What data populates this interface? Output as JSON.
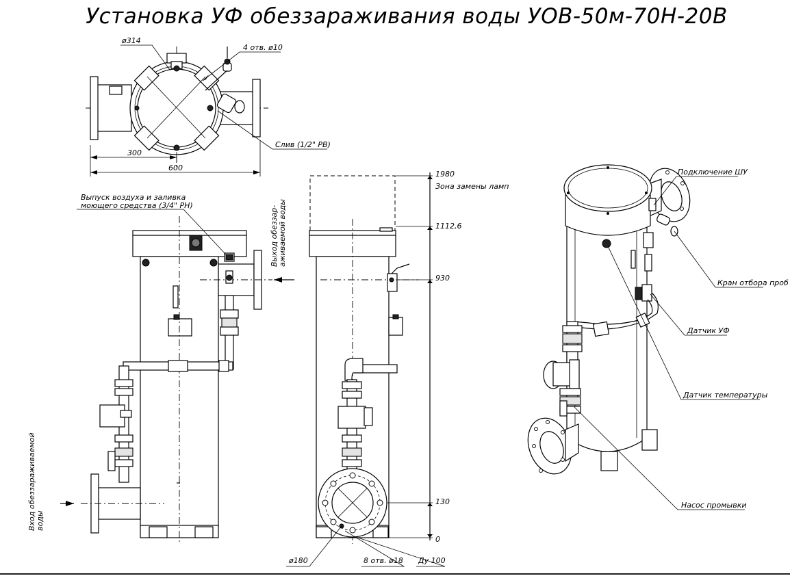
{
  "title": "Установка УФ обеззараживания воды УОВ-50м-70Н-20В",
  "top_view": {
    "dim_diameter": "ø314",
    "dim_holes": "4 отв. ø10",
    "dim_half_width": "300",
    "dim_width": "600",
    "drain": "Слив (1/2\" РВ)"
  },
  "front_view": {
    "air_release": [
      "Выпуск воздуха и заливка",
      "моющего средства (3/4\" РН)"
    ],
    "outlet": [
      "Выход обеззар-",
      "аживаемой воды"
    ],
    "inlet": [
      "Вход обеззараживаемой",
      "воды"
    ]
  },
  "side_view": {
    "levels": {
      "top": "1980",
      "lamp_zone": "Зона замены ламп",
      "cap": "1112,6",
      "outlet": "930",
      "inlet": "130",
      "base": "0"
    },
    "flange_pcd": "ø180",
    "flange_holes": "8 отв. ø18",
    "flange_dn": "Ду 100"
  },
  "iso_view": {
    "control_connection": "Подключение ШУ",
    "sample_valve": "Кран отбора проб",
    "uv_sensor": "Датчик УФ",
    "temp_sensor": "Датчик температуры",
    "flush_pump": "Насос промывки"
  }
}
